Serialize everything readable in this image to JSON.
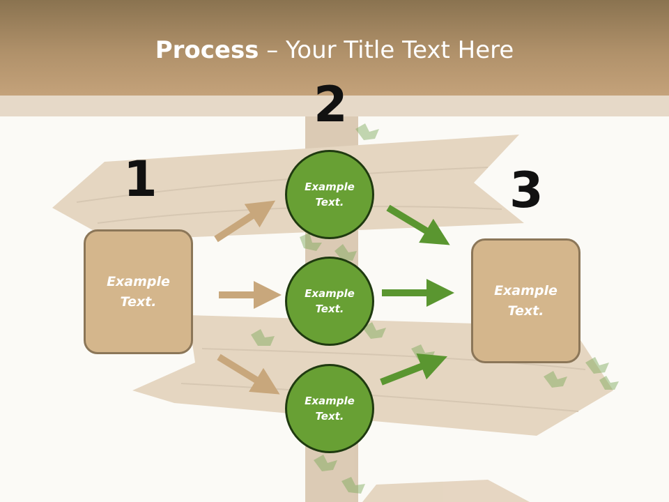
{
  "title": {
    "bold": "Process",
    "rest": " – Your Title Text Here"
  },
  "steps": {
    "one": "1",
    "two": "2",
    "three": "3"
  },
  "left_box": {
    "text": "Example\nText."
  },
  "right_box": {
    "text": "Example\nText."
  },
  "circles": [
    {
      "text": "Example\nText."
    },
    {
      "text": "Example\nText."
    },
    {
      "text": "Example\nText."
    }
  ],
  "colors": {
    "header": "#b0916a",
    "box_fill": "#d4b68c",
    "circle_fill": "#68a034",
    "arrow_tan": "#c8a77c",
    "arrow_green": "#5a9630"
  }
}
